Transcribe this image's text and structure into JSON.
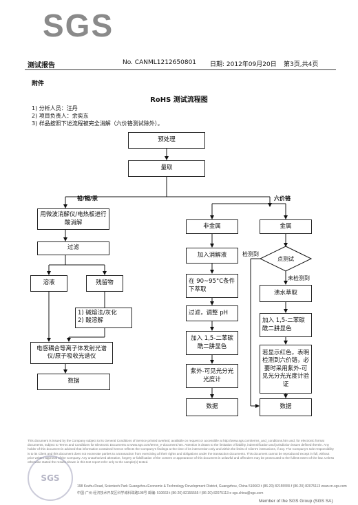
{
  "logo": "SGS",
  "header": {
    "report_title": "测试报告",
    "report_no": "No. CANML1212650801",
    "date": "日期: 2012年09月20日",
    "page": "第3页,共4页"
  },
  "section_label": "附件",
  "flow_title": "RoHS 测试流程图",
  "notes": [
    "1) 分析人员：汪丹",
    "2) 项目负责人：余奕东",
    "3) 样品按照下述流程被完全消解（六价铬测试除外）。"
  ],
  "flow": {
    "pretreat": "预处理",
    "weigh": "量取",
    "branch_left": "铅/镉/汞",
    "branch_right": "六价铬",
    "digest": "用微波消解仪/电热板进行酸消解",
    "filter": "过滤",
    "solution": "溶液",
    "residue": "残留物",
    "residue_note": [
      "1) 碱熔法/灰化",
      "2) 酸溶解"
    ],
    "icp": "电感耦合等离子体发射光谱仪/原子吸收光谱仪",
    "data_left": "数据",
    "nonmetal": "非金属",
    "metal": "金属",
    "add_digest": "加入消解液",
    "heat": "在 90~95°C条件下萃取",
    "filter_ph": "过滤，调整 pH",
    "add_dpc_left": "加入 1,5-二苯碳酰二肼显色",
    "uv_left": "紫外-可见光分光光度计",
    "data_mid": "数据",
    "spot_test": "点测试",
    "detected": "检测到",
    "not_detected": "未检测到",
    "boil": "沸水萃取",
    "add_dpc_right": "加入 1,5-二苯碳酰二肼显色",
    "red_note": "若显示红色，表明检测到六价铬，必要时采用紫外-可见光分光光度计验证",
    "data_right": "数据"
  },
  "footer": {
    "text": "This document is issued by the Company subject to its General Conditions of Service printed overleaf, available on request or accessible at http://www.sgs.com/terms_and_conditions.htm and, for electronic format documents, subject to Terms and Conditions for Electronic Documents at www.sgs.com/terms_e-document.htm. Attention is drawn to the limitation of liability, indemnification and jurisdiction issues defined therein. Any holder of this document is advised that information contained hereon reflects the Company's findings at the time of its intervention only and within the limits of Client's instructions, if any. The Company's sole responsibility is to its Client and this document does not exonerate parties to a transaction from exercising all their rights and obligations under the transaction documents. This document cannot be reproduced except in full, without prior written approval of the Company. Any unauthorized alteration, forgery or falsification of the content or appearance of this document is unlawful and offenders may be prosecuted to the fullest extent of the law. Unless otherwise stated the results shown in this test report refer only to the sample(s) tested.",
    "addr_en": "198 Kezhu Road, Scientech Park Guangzhou Economic & Technology Development District, Guangzhou, China 510663   t (86-20) 82155555   f (86-20) 82075113   www.cn.sgs.com",
    "addr_cn": "中国·广州·经济技术开发区科学城科珠路198号   邮编: 510663   t (86-20) 82155555   f (86-20) 82075113   e sgs.china@sgs.com",
    "member": "Member of the SGS Group (SGS SA)",
    "stamp": "SGS"
  }
}
